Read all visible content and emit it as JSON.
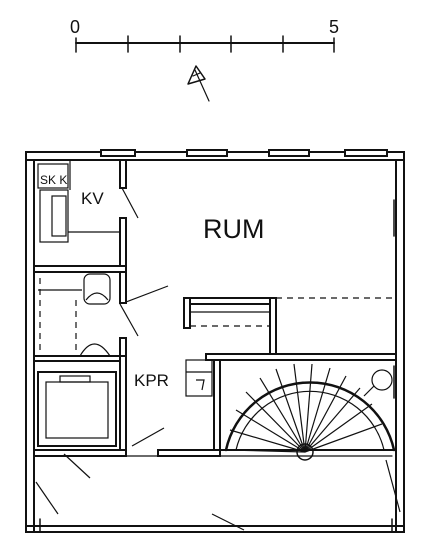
{
  "scale_bar": {
    "start_label": "0",
    "end_label": "5"
  },
  "rooms": {
    "skk": "SK K",
    "kv": "KV",
    "rum": "RUM",
    "kpr": "KPR"
  },
  "colors": {
    "ink": "#111111",
    "paper": "#ffffff"
  }
}
